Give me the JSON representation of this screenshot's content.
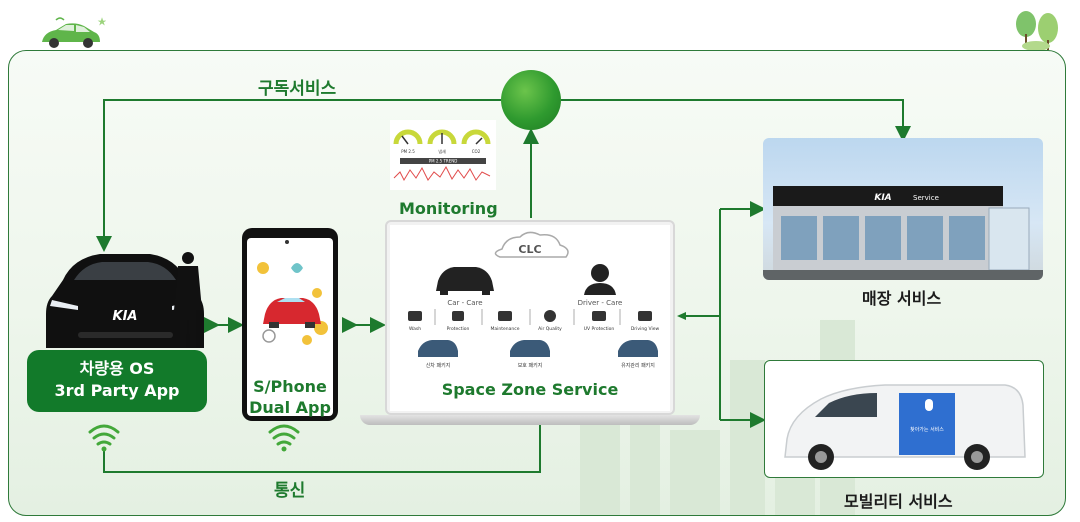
{
  "labels": {
    "subscription": "구독서비스",
    "communication": "통신",
    "monitoring": "Monitoring",
    "store_service": "매장 서비스",
    "mobility_service": "모빌리티 서비스",
    "space_zone": "Space Zone Service"
  },
  "vehicle_os": {
    "line1": "차량용 OS",
    "line2": "3rd Party App"
  },
  "phone": {
    "line1": "S/Phone",
    "line2": "Dual App"
  },
  "laptop": {
    "logo": "CLC",
    "car_care": "Car - Care",
    "driver_care": "Driver - Care",
    "features": [
      "Wash",
      "Protection",
      "Maintenance",
      "Air Quality",
      "UV Protection",
      "Driving View"
    ],
    "packages": [
      "신차 패키지",
      "보호 패키지",
      "유지관리 패키지"
    ]
  },
  "monitor": {
    "gauges": [
      "PM 2.5",
      "냄새",
      "CO2"
    ],
    "trend_title": "PM 2.5 TREND"
  },
  "store_sign": "Service",
  "colors": {
    "brand_green": "#1e7a2e",
    "box_green": "#127a2a",
    "line_green": "#2f7a3a"
  }
}
